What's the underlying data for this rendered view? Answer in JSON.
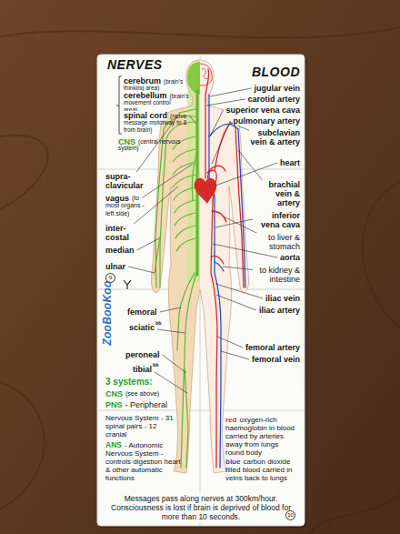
{
  "diagram": {
    "labels": [
      "NERVES",
      "BLOOD",
      "cerebrum",
      "(brain's thinking area)",
      "cerebellum",
      "(brain's movement control area)",
      "spinal cord",
      "(nerve message motorway to & from brain)",
      "CNS",
      "(central nervous system)",
      "jugular vein",
      "carotid artery",
      "superior vena cava",
      "pulmonary artery",
      "subclavian vein & artery",
      "heart",
      "supra-clavicular",
      "vagus",
      "(to most organs - left side)",
      "inter-costal",
      "median",
      "ulnar",
      "9",
      "brachial vein & artery",
      "inferior vena cava",
      "to liver & stomach",
      "aorta",
      "to kidney & intestine",
      "ZooBooKoo",
      "femoral",
      "sciatic",
      "bb",
      "peroneal",
      "tibial",
      "bb",
      "iliac vein",
      "iliac artery",
      "femoral artery",
      "femoral vein",
      "3 systems:",
      "CNS",
      "(see above)",
      "PNS",
      "- Peripheral",
      "Nervous System - 31 spinal pairs - 12 cranial",
      "ANS",
      "- Autonomic Nervous System - controls digestion heart & other automatic functions",
      "red",
      "oxygen-rich haemoglobin in blood carried by arteries away from lungs round body",
      "blue",
      "carbon dioxide filled blood carried in veins back to lungs",
      "Messages pass along nerves at 300km/hour. Consciousness is lost if brain is deprived of blood for more than 10 seconds.",
      "10"
    ]
  }
}
